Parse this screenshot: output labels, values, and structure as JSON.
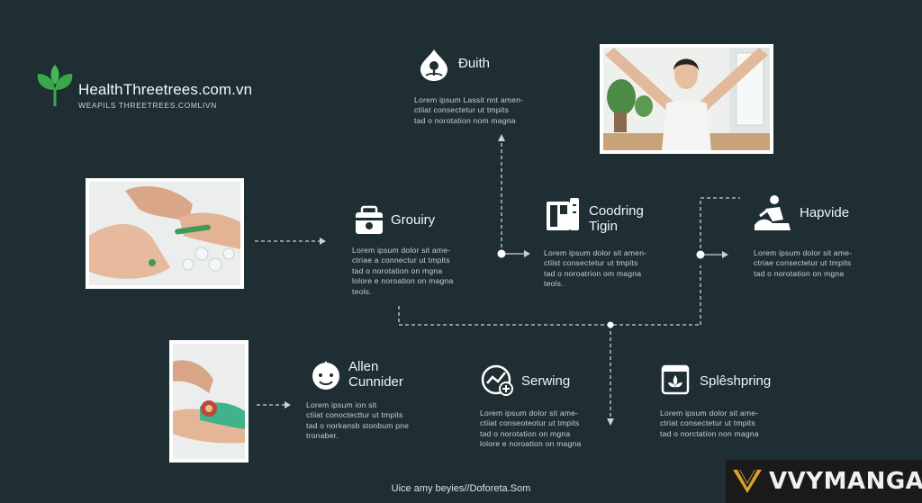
{
  "brand": {
    "title": "HealthThreetrees.com.vn",
    "subtitle": "WEAPILS THREETREES.COMLIVN"
  },
  "nodes": {
    "duith": {
      "icon": "pin-drop-icon",
      "title": "Đuith",
      "text": "Lorem ipsum Lassit nnt amen-\nctiiat consectetur ut tmpits\ntad o norotation nom magna"
    },
    "grouiry": {
      "icon": "bag-icon",
      "title": "Gr​ouiry",
      "text": "Lorem ipsum dolor sit ame-\nctriae a connectur ut tmplts\ntad o norotation on mgna\nlolore e noroation on magna\nteols."
    },
    "coodring": {
      "icon": "cabinet-icon",
      "title": "Coodring\nTigin",
      "text": "Lorem ipsum dolor sit amen-\nctiist consectetur ut tmpits\ntad o noroatrion om magna\nteols."
    },
    "hapvide": {
      "icon": "care-person-icon",
      "title": "Hapvide",
      "text": "Lorem ipsum dolor sit ame-\nctriae consectetur ut tmpits\ntad o norotation on mgna"
    },
    "allen": {
      "icon": "person-face-icon",
      "title": "Allen\nCunnider",
      "text": "Lorem ipsum ion sit\nctiiat conoctecttur ut tmpits\ntad o norkansb stonbum pne\ntronaber."
    },
    "serwing": {
      "icon": "chart-plus-icon",
      "title": "Serwing",
      "text": "Lorem ipsum dolor sit ame-\nctiiat conseoteotur ut tmpits\ntad o norotation on mgna\nlolore e noroation on magna"
    },
    "splespring": {
      "icon": "lotus-box-icon",
      "title": "Splêshpring",
      "text": "Lorem ipsum dolor sit ame-\nctriat consectetur ut tmpits\ntad o norctation non magna"
    }
  },
  "footer": "Uice amy beyies//Doforeta.Som",
  "watermark": "VVYMANGA",
  "colors": {
    "background": "#1f2e33",
    "brand_green": "#3aa84a",
    "text": "#e8eeee",
    "connector": "#c9d2d2"
  }
}
